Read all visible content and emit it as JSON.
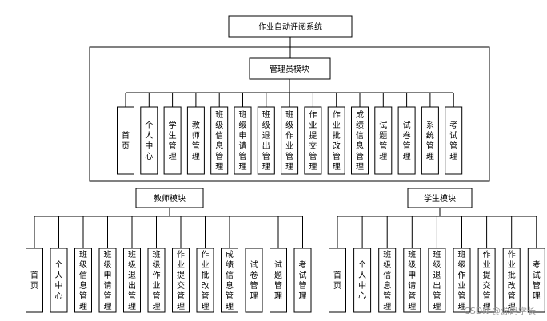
{
  "diagram": {
    "root": {
      "label": "作业自动评阅系统"
    },
    "admin": {
      "label": "管理员模块",
      "children": [
        "首页",
        "个人中心",
        "学生管理",
        "教师管理",
        "班级信息管理",
        "班级申请管理",
        "班级退出管理",
        "班级作业管理",
        "作业提交管理",
        "作业批改管理",
        "成绩信息管理",
        "试题管理",
        "试卷管理",
        "系统管理",
        "考试管理"
      ]
    },
    "teacher": {
      "label": "教师模块",
      "children": [
        "首页",
        "个人中心",
        "班级信息管理",
        "班级申请管理",
        "班级退出管理",
        "班级作业管理",
        "作业提交管理",
        "作业批改管理",
        "成绩信息管理",
        "试卷管理",
        "试题管理",
        "考试管理"
      ]
    },
    "student": {
      "label": "学生模块",
      "children": [
        "首页",
        "个人中心",
        "班级信息管理",
        "班级申请管理",
        "班级退出管理",
        "班级作业管理",
        "作业提交管理",
        "作业批改管理",
        "考试管理"
      ]
    }
  },
  "watermark": "CSDN @源码学长"
}
